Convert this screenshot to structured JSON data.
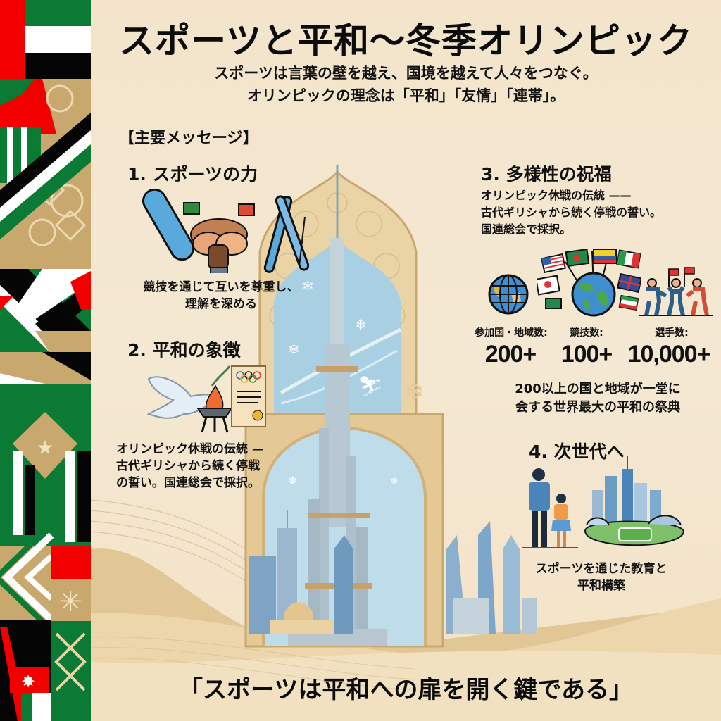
{
  "poster": {
    "title": "スポーツと平和〜冬季オリンピック",
    "subtitle_lines": [
      "スポーツは言葉の壁を越え、国境を越えて人々をつなぐ。",
      "オリンピックの理念は「平和」「友情」「連帯」。"
    ],
    "key_messages_label": "【主要メッセージ】",
    "sections": [
      {
        "heading": "1. スポーツの力",
        "icon": "hands-snowboard-skis-icon",
        "text_lines": [
          "競技を通じて互いを尊重し、",
          "理解を深める"
        ]
      },
      {
        "heading": "2. 平和の象徴",
        "icon": "dove-flame-scroll-icon",
        "text_lines": [
          "オリンピック休戦の伝統 —",
          "古代ギリシャから続く停戦",
          "の誓い。国連総会で採択。"
        ]
      },
      {
        "heading": "3. 多様性の祝福",
        "text_lines": [
          "オリンピック休戦の伝統 ——",
          "古代ギリシャから続く停戦の誓い。",
          "国連総会で採択。"
        ],
        "icons": [
          "globe-icon",
          "world-flags-icon",
          "cheering-athletes-icon"
        ],
        "stats": [
          {
            "label": "参加国・地域数:",
            "value": "200+"
          },
          {
            "label": "競技数:",
            "value": "100+"
          },
          {
            "label": "選手数:",
            "value": "10,000+"
          }
        ],
        "caption_lines": [
          "200以上の国と地域が一堂に",
          "会する世界最大の平和の祭典"
        ]
      },
      {
        "heading": "4. 次世代へ",
        "icon": "family-future-city-icon",
        "text_lines": [
          "スポーツを通じた教育と",
          "平和構築"
        ]
      }
    ],
    "center_illustration": "burj-khalifa-arch-icon",
    "quote": "「スポーツは平和への扉を開く鍵である」"
  },
  "colors": {
    "background": "#f3e4cb",
    "flag_red": "#f20000",
    "flag_green": "#0a7a35",
    "flag_black": "#050505",
    "gold": "#c9a86e",
    "sky": "#a9cfe3",
    "text": "#111111"
  }
}
